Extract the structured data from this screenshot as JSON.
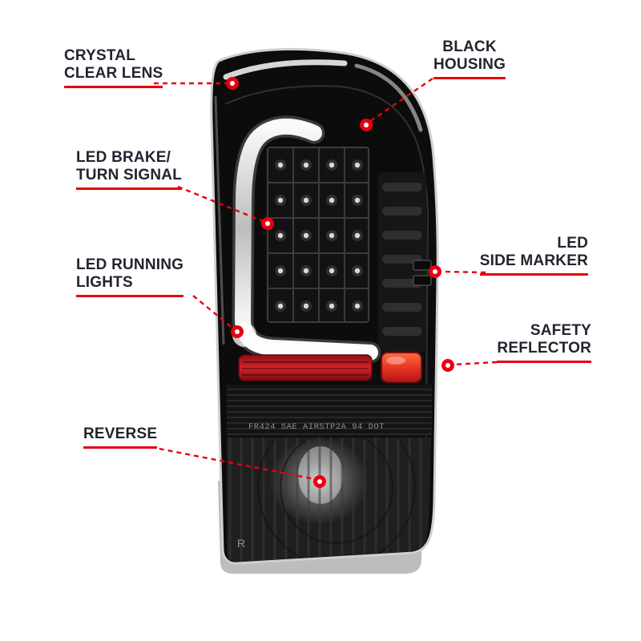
{
  "title": "Tail light feature callout diagram",
  "callouts": {
    "crystal_clear_lens": {
      "label": "CRYSTAL\nCLEAR LENS"
    },
    "black_housing": {
      "label": "BLACK\nHOUSING"
    },
    "led_brake_turn_signal": {
      "label": "LED BRAKE/\nTURN SIGNAL"
    },
    "led_running_lights": {
      "label": "LED RUNNING\nLIGHTS"
    },
    "led_side_marker": {
      "label": "LED\nSIDE MARKER"
    },
    "safety_reflector": {
      "label": "SAFETY\nREFLECTOR"
    },
    "reverse": {
      "label": "REVERSE"
    }
  },
  "markings": {
    "lens_certification": "FR424 SAE AIRSTP2A 94 DOT",
    "reverse_side": "R"
  },
  "colors": {
    "callout_accent": "#e60012",
    "label_text": "#21252e",
    "housing_black": "#0c0c0c",
    "reflector_red": "#c0161c",
    "background": "#ffffff"
  }
}
